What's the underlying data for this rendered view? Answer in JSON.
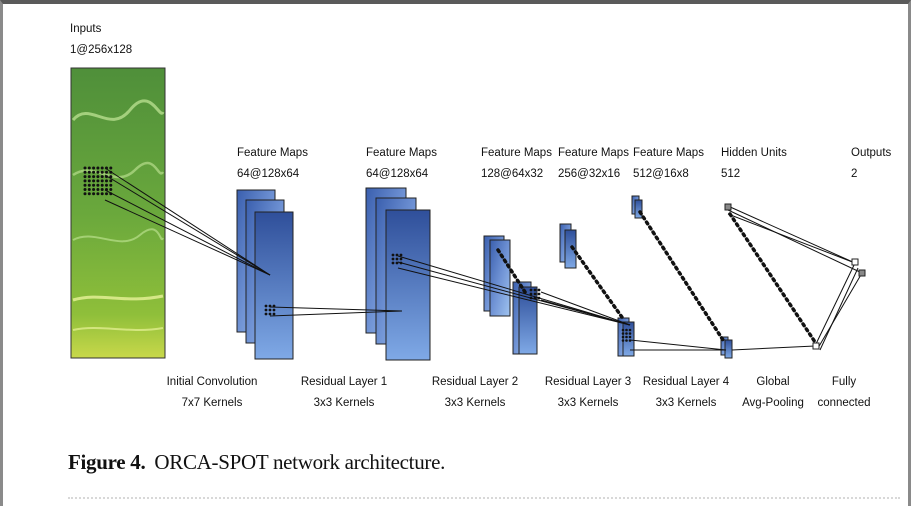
{
  "labels": {
    "inputs": {
      "title": "Inputs",
      "dims": "1@256x128"
    },
    "fm1": {
      "title": "Feature Maps",
      "dims": "64@128x64"
    },
    "fm2": {
      "title": "Feature Maps",
      "dims": "64@128x64"
    },
    "fm3": {
      "title": "Feature Maps",
      "dims": "128@64x32"
    },
    "fm4": {
      "title": "Feature Maps",
      "dims": "256@32x16"
    },
    "fm5": {
      "title": "Feature Maps",
      "dims": "512@16x8"
    },
    "hidden": {
      "title": "Hidden Units",
      "dims": "512"
    },
    "outputs": {
      "title": "Outputs",
      "dims": "2"
    }
  },
  "stages": {
    "initial_conv": {
      "line1": "Initial Convolution",
      "line2": "7x7 Kernels"
    },
    "res1": {
      "line1": "Residual Layer 1",
      "line2": "3x3 Kernels"
    },
    "res2": {
      "line1": "Residual Layer 2",
      "line2": "3x3 Kernels"
    },
    "res3": {
      "line1": "Residual Layer 3",
      "line2": "3x3 Kernels"
    },
    "res4": {
      "line1": "Residual Layer 4",
      "line2": "3x3 Kernels"
    },
    "gap": {
      "line1": "Global",
      "line2": "Avg-Pooling"
    },
    "fc": {
      "line1": "Fully",
      "line2": "connected"
    }
  },
  "caption": {
    "label": "Figure 4.",
    "text": "ORCA-SPOT network architecture."
  },
  "colors": {
    "spectrogram": "#7cb83a",
    "feature_map": "#6a8fd0",
    "text": "#111111"
  }
}
